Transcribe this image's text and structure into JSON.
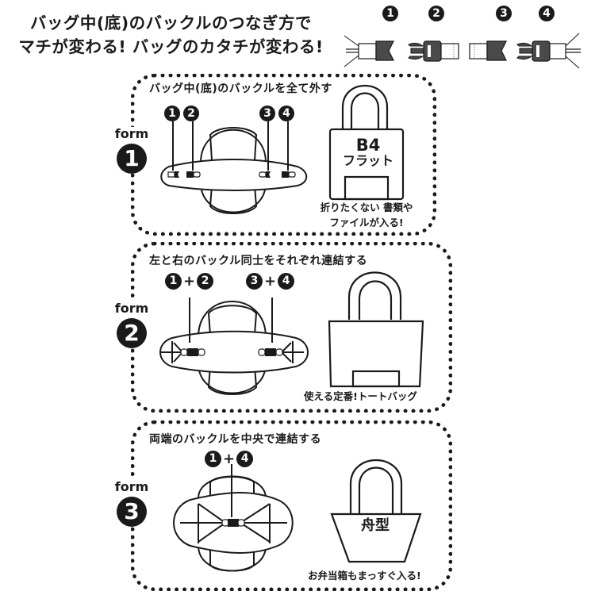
{
  "headline": {
    "line1": "バッグ中(底)のバックルのつなぎ方で",
    "line2": "マチが変わる! バッグのカタチが変わる!"
  },
  "buckle_legend": [
    {
      "number": "1",
      "part": "female-buckle",
      "side": "left-end"
    },
    {
      "number": "2",
      "part": "male-buckle",
      "side": "left-inner"
    },
    {
      "number": "3",
      "part": "female-buckle",
      "side": "right-inner"
    },
    {
      "number": "4",
      "part": "male-buckle",
      "side": "right-end"
    }
  ],
  "forms": [
    {
      "label_word": "form",
      "label_number": "1",
      "instruction": "バッグ中(底)のバックルを全て外す",
      "buckle_markers": [
        "1",
        "2",
        "3",
        "4"
      ],
      "bag_shape": "flat",
      "bag_text_line1": "B4",
      "bag_text_line2": "フラット",
      "caption_line1": "折りたくない 書類や",
      "caption_line2": "ファイルが入る!"
    },
    {
      "label_word": "form",
      "label_number": "2",
      "instruction": "左と右のバックル同士をそれぞれ連結する",
      "combos": [
        {
          "a": "1",
          "plus": "+",
          "b": "2"
        },
        {
          "a": "3",
          "plus": "+",
          "b": "4"
        }
      ],
      "bag_shape": "tote",
      "caption_line1": "使える定番!トートバッグ"
    },
    {
      "label_word": "form",
      "label_number": "3",
      "instruction": "両端のバックルを中央で連結する",
      "combos": [
        {
          "a": "1",
          "plus": "+",
          "b": "4"
        }
      ],
      "bag_shape": "boat",
      "bag_text_line1": "舟型",
      "caption_line1": "お弁当箱もまっすぐ入る!"
    }
  ],
  "colors": {
    "ink": "#1a1a1a",
    "buckle_fill": "#4a4a4a",
    "background": "#ffffff"
  }
}
